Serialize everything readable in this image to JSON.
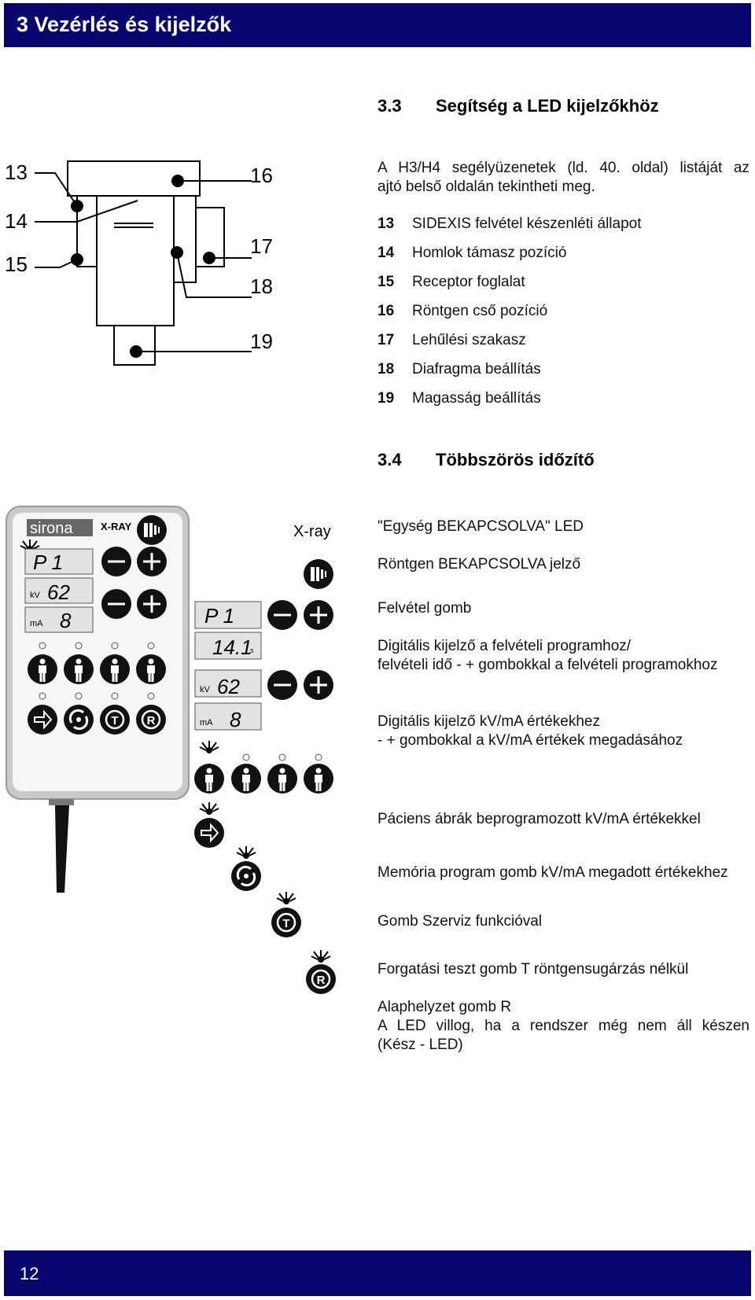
{
  "header": {
    "title": "3 Vezérlés és kijelzők"
  },
  "section33": {
    "number": "3.3",
    "title": "Segítség a LED kijelzőkhöz",
    "intro_line1": "A H3/H4 segélyüzenetek (ld. 40. oldal) listáját az",
    "intro_line2": "ajtó belső oldalán tekintheti meg.",
    "legend": [
      {
        "num": "13",
        "text": "SIDEXIS felvétel készenléti állapot"
      },
      {
        "num": "14",
        "text": "Homlok támasz pozíció"
      },
      {
        "num": "15",
        "text": "Receptor foglalat"
      },
      {
        "num": "16",
        "text": "Röntgen cső pozíció"
      },
      {
        "num": "17",
        "text": "Lehűlési szakasz"
      },
      {
        "num": "18",
        "text": "Diafragma beállítás"
      },
      {
        "num": "19",
        "text": "Magasság beállítás"
      }
    ],
    "diagram_labels": [
      "13",
      "14",
      "15",
      "16",
      "17",
      "18",
      "19"
    ]
  },
  "section34": {
    "number": "3.4",
    "title": "Többszörös időzítő",
    "descriptions": [
      {
        "lines": [
          "\"Egység BEKAPCSOLVA\" LED"
        ]
      },
      {
        "lines": [
          "Röntgen BEKAPCSOLVA jelző"
        ]
      },
      {
        "lines": [
          "Felvétel gomb"
        ]
      },
      {
        "lines": [
          "Digitális kijelző a felvételi programhoz/",
          "felvételi idő - + gombokkal a felvételi programokhoz"
        ]
      },
      {
        "lines": [
          "Digitális kijelző kV/mA értékekhez",
          "- + gombokkal a kV/mA értékek megadásához"
        ]
      },
      {
        "lines": [
          "Páciens ábrák beprogramozott kV/mA értékekkel"
        ]
      },
      {
        "lines": [
          "Memória program gomb kV/mA megadott értékekhez"
        ]
      },
      {
        "lines": [
          "Gomb Szerviz funkcióval"
        ]
      },
      {
        "lines": [
          "Forgatási teszt gomb T röntgensugárzás nélkül"
        ]
      },
      {
        "lines": [
          "Alaphelyzet gomb R",
          "A LED villog, ha a rendszer még nem áll készen",
          "(Kész - LED)"
        ]
      }
    ],
    "device": {
      "brand": "sirona",
      "xray_label": "X-RAY",
      "xray_indicator_label": "X-ray",
      "display_program": "P 1",
      "display_time": "14.1",
      "time_unit": "s",
      "kv_label": "kV",
      "kv_value": "62",
      "ma_label": "mA",
      "ma_value": "8",
      "minus": "−",
      "plus": "+"
    }
  },
  "footer": {
    "page_number": "12"
  }
}
